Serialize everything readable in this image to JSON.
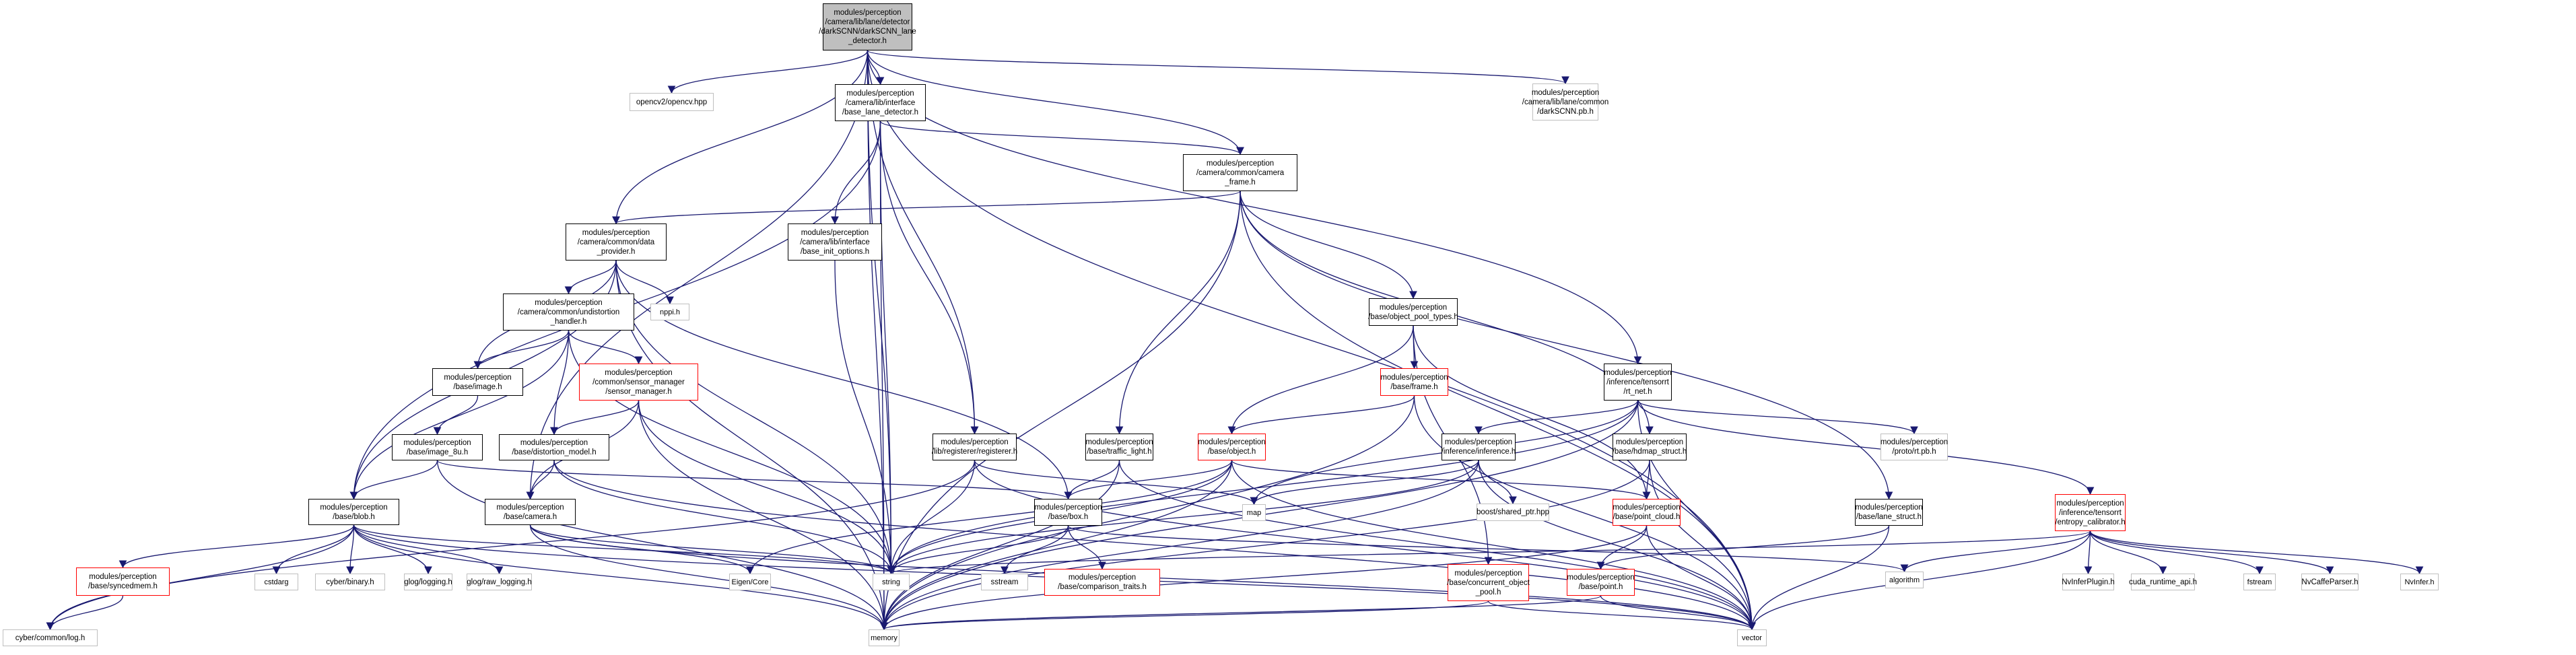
{
  "title": "Include dependency graph for darkSCNN_lane_detector.h",
  "edge_color": "#191970",
  "nodes": {
    "root": {
      "label": "modules/perception\n/camera/lib/lane/detector\n/darkSCNN/darkSCNN_lane\n_detector.h",
      "kind": "root"
    },
    "opencv": {
      "label": "opencv2/opencv.hpp",
      "kind": "ext"
    },
    "base_lane_detector": {
      "label": "modules/perception\n/camera/lib/interface\n/base_lane_detector.h",
      "kind": "normal"
    },
    "darkscnn_pb": {
      "label": "modules/perception\n/camera/lib/lane/common\n/darkSCNN.pb.h",
      "kind": "ext"
    },
    "camera_frame": {
      "label": "modules/perception\n/camera/common/camera\n_frame.h",
      "kind": "normal"
    },
    "data_provider": {
      "label": "modules/perception\n/camera/common/data\n_provider.h",
      "kind": "normal"
    },
    "base_init_options": {
      "label": "modules/perception\n/camera/lib/interface\n/base_init_options.h",
      "kind": "normal"
    },
    "nppi": {
      "label": "nppi.h",
      "kind": "ext"
    },
    "undistortion_handler": {
      "label": "modules/perception\n/camera/common/undistortion\n_handler.h",
      "kind": "normal"
    },
    "image": {
      "label": "modules/perception\n/base/image.h",
      "kind": "normal"
    },
    "sensor_manager": {
      "label": "modules/perception\n/common/sensor_manager\n/sensor_manager.h",
      "kind": "red"
    },
    "image_8u": {
      "label": "modules/perception\n/base/image_8u.h",
      "kind": "normal"
    },
    "distortion_model": {
      "label": "modules/perception\n/base/distortion_model.h",
      "kind": "normal"
    },
    "blob": {
      "label": "modules/perception\n/base/blob.h",
      "kind": "normal"
    },
    "camera": {
      "label": "modules/perception\n/base/camera.h",
      "kind": "normal"
    },
    "registerer": {
      "label": "modules/perception\n/lib/registerer/registerer.h",
      "kind": "normal"
    },
    "traffic_light": {
      "label": "modules/perception\n/base/traffic_light.h",
      "kind": "normal"
    },
    "object": {
      "label": "modules/perception\n/base/object.h",
      "kind": "red"
    },
    "box": {
      "label": "modules/perception\n/base/box.h",
      "kind": "normal"
    },
    "map": {
      "label": "map",
      "kind": "ext"
    },
    "object_pool_types": {
      "label": "modules/perception\n/base/object_pool_types.h",
      "kind": "normal"
    },
    "frame": {
      "label": "modules/perception\n/base/frame.h",
      "kind": "red"
    },
    "rt_net": {
      "label": "modules/perception\n/inference/tensorrt\n/rt_net.h",
      "kind": "normal"
    },
    "inference": {
      "label": "modules/perception\n/inference/inference.h",
      "kind": "normal"
    },
    "hdmap_struct": {
      "label": "modules/perception\n/base/hdmap_struct.h",
      "kind": "normal"
    },
    "boost_shared_ptr": {
      "label": "boost/shared_ptr.hpp",
      "kind": "ext"
    },
    "point_cloud": {
      "label": "modules/perception\n/base/point_cloud.h",
      "kind": "red"
    },
    "concurrent_object_pool": {
      "label": "modules/perception\n/base/concurrent_object\n_pool.h",
      "kind": "red"
    },
    "point": {
      "label": "modules/perception\n/base/point.h",
      "kind": "red"
    },
    "lane_struct": {
      "label": "modules/perception\n/base/lane_struct.h",
      "kind": "normal"
    },
    "rt_pb": {
      "label": "modules/perception\n/proto/rt.pb.h",
      "kind": "ext"
    },
    "entropy_calibrator": {
      "label": "modules/perception\n/inference/tensorrt\n/entropy_calibrator.h",
      "kind": "red"
    },
    "algorithm": {
      "label": "algorithm",
      "kind": "ext"
    },
    "nvinferplugin": {
      "label": "NvInferPlugin.h",
      "kind": "ext"
    },
    "cuda_runtime_api": {
      "label": "cuda_runtime_api.h",
      "kind": "ext"
    },
    "fstream": {
      "label": "fstream",
      "kind": "ext"
    },
    "nvcaffeparser": {
      "label": "NvCaffeParser.h",
      "kind": "ext"
    },
    "nvinfer": {
      "label": "NvInfer.h",
      "kind": "ext"
    },
    "string": {
      "label": "string",
      "kind": "ext"
    },
    "sstream": {
      "label": "sstream",
      "kind": "ext"
    },
    "comparison_traits": {
      "label": "modules/perception\n/base/comparison_traits.h",
      "kind": "red"
    },
    "eigen_core": {
      "label": "Eigen/Core",
      "kind": "ext"
    },
    "cstdarg": {
      "label": "cstdarg",
      "kind": "ext"
    },
    "cyber_binary": {
      "label": "cyber/binary.h",
      "kind": "ext"
    },
    "glog_logging": {
      "label": "glog/logging.h",
      "kind": "ext"
    },
    "glog_raw_logging": {
      "label": "glog/raw_logging.h",
      "kind": "ext"
    },
    "syncedmem": {
      "label": "modules/perception\n/base/syncedmem.h",
      "kind": "red"
    },
    "cyber_log": {
      "label": "cyber/common/log.h",
      "kind": "ext"
    },
    "memory": {
      "label": "memory",
      "kind": "ext"
    },
    "vector": {
      "label": "vector",
      "kind": "ext"
    }
  },
  "edges": [
    [
      "root",
      "opencv"
    ],
    [
      "root",
      "base_lane_detector"
    ],
    [
      "root",
      "darkscnn_pb"
    ],
    [
      "root",
      "camera_frame"
    ],
    [
      "root",
      "data_provider"
    ],
    [
      "root",
      "rt_net"
    ],
    [
      "root",
      "registerer"
    ],
    [
      "root",
      "camera"
    ],
    [
      "root",
      "string"
    ],
    [
      "root",
      "memory"
    ],
    [
      "root",
      "vector"
    ],
    [
      "base_lane_detector",
      "camera_frame"
    ],
    [
      "base_lane_detector",
      "base_init_options"
    ],
    [
      "base_lane_detector",
      "registerer"
    ],
    [
      "base_lane_detector",
      "blob"
    ],
    [
      "base_lane_detector",
      "string"
    ],
    [
      "base_lane_detector",
      "memory"
    ],
    [
      "camera_frame",
      "data_provider"
    ],
    [
      "camera_frame",
      "object_pool_types"
    ],
    [
      "camera_frame",
      "traffic_light"
    ],
    [
      "camera_frame",
      "hdmap_struct"
    ],
    [
      "camera_frame",
      "lane_struct"
    ],
    [
      "camera_frame",
      "memory"
    ],
    [
      "camera_frame",
      "vector"
    ],
    [
      "data_provider",
      "undistortion_handler"
    ],
    [
      "data_provider",
      "nppi"
    ],
    [
      "data_provider",
      "image"
    ],
    [
      "data_provider",
      "blob"
    ],
    [
      "data_provider",
      "string"
    ],
    [
      "data_provider",
      "memory"
    ],
    [
      "data_provider",
      "box"
    ],
    [
      "base_init_options",
      "string"
    ],
    [
      "undistortion_handler",
      "image"
    ],
    [
      "undistortion_handler",
      "sensor_manager"
    ],
    [
      "undistortion_handler",
      "distortion_model"
    ],
    [
      "undistortion_handler",
      "blob"
    ],
    [
      "undistortion_handler",
      "string"
    ],
    [
      "image",
      "image_8u"
    ],
    [
      "sensor_manager",
      "distortion_model"
    ],
    [
      "sensor_manager",
      "camera"
    ],
    [
      "sensor_manager",
      "string"
    ],
    [
      "sensor_manager",
      "memory"
    ],
    [
      "image_8u",
      "blob"
    ],
    [
      "image_8u",
      "box"
    ],
    [
      "image_8u",
      "memory"
    ],
    [
      "distortion_model",
      "camera"
    ],
    [
      "distortion_model",
      "string"
    ],
    [
      "distortion_model",
      "vector"
    ],
    [
      "blob",
      "syncedmem"
    ],
    [
      "blob",
      "cstdarg"
    ],
    [
      "blob",
      "cyber_binary"
    ],
    [
      "blob",
      "glog_logging"
    ],
    [
      "blob",
      "glog_raw_logging"
    ],
    [
      "blob",
      "cyber_log"
    ],
    [
      "blob",
      "string"
    ],
    [
      "blob",
      "memory"
    ],
    [
      "blob",
      "vector"
    ],
    [
      "syncedmem",
      "cyber_log"
    ],
    [
      "camera",
      "eigen_core"
    ],
    [
      "camera",
      "string"
    ],
    [
      "camera",
      "memory"
    ],
    [
      "camera",
      "vector"
    ],
    [
      "registerer",
      "map"
    ],
    [
      "registerer",
      "string"
    ],
    [
      "registerer",
      "cyber_log"
    ],
    [
      "registerer",
      "vector"
    ],
    [
      "traffic_light",
      "box"
    ],
    [
      "traffic_light",
      "memory"
    ],
    [
      "traffic_light",
      "vector"
    ],
    [
      "object",
      "eigen_core"
    ],
    [
      "object",
      "box"
    ],
    [
      "object",
      "point_cloud"
    ],
    [
      "object",
      "string"
    ],
    [
      "object",
      "memory"
    ],
    [
      "object",
      "vector"
    ],
    [
      "box",
      "sstream"
    ],
    [
      "box",
      "comparison_traits"
    ],
    [
      "box",
      "algorithm"
    ],
    [
      "box",
      "string"
    ],
    [
      "object_pool_types",
      "frame"
    ],
    [
      "object_pool_types",
      "object"
    ],
    [
      "object_pool_types",
      "concurrent_object_pool"
    ],
    [
      "object_pool_types",
      "point_cloud"
    ],
    [
      "frame",
      "object"
    ],
    [
      "frame",
      "memory"
    ],
    [
      "frame",
      "vector"
    ],
    [
      "rt_net",
      "inference"
    ],
    [
      "rt_net",
      "rt_pb"
    ],
    [
      "rt_net",
      "entropy_calibrator"
    ],
    [
      "rt_net",
      "map"
    ],
    [
      "rt_net",
      "string"
    ],
    [
      "rt_net",
      "memory"
    ],
    [
      "rt_net",
      "vector"
    ],
    [
      "inference",
      "map"
    ],
    [
      "inference",
      "boost_shared_ptr"
    ],
    [
      "inference",
      "string"
    ],
    [
      "inference",
      "memory"
    ],
    [
      "inference",
      "vector"
    ],
    [
      "hdmap_struct",
      "point_cloud"
    ],
    [
      "hdmap_struct",
      "memory"
    ],
    [
      "hdmap_struct",
      "vector"
    ],
    [
      "point_cloud",
      "point"
    ],
    [
      "point_cloud",
      "memory"
    ],
    [
      "point_cloud",
      "vector"
    ],
    [
      "concurrent_object_pool",
      "memory"
    ],
    [
      "concurrent_object_pool",
      "vector"
    ],
    [
      "point",
      "memory"
    ],
    [
      "point",
      "vector"
    ],
    [
      "lane_struct",
      "point"
    ],
    [
      "lane_struct",
      "vector"
    ],
    [
      "entropy_calibrator",
      "algorithm"
    ],
    [
      "entropy_calibrator",
      "nvinferplugin"
    ],
    [
      "entropy_calibrator",
      "cuda_runtime_api"
    ],
    [
      "entropy_calibrator",
      "fstream"
    ],
    [
      "entropy_calibrator",
      "nvcaffeparser"
    ],
    [
      "entropy_calibrator",
      "nvinfer"
    ],
    [
      "entropy_calibrator",
      "string"
    ],
    [
      "entropy_calibrator",
      "vector"
    ]
  ]
}
